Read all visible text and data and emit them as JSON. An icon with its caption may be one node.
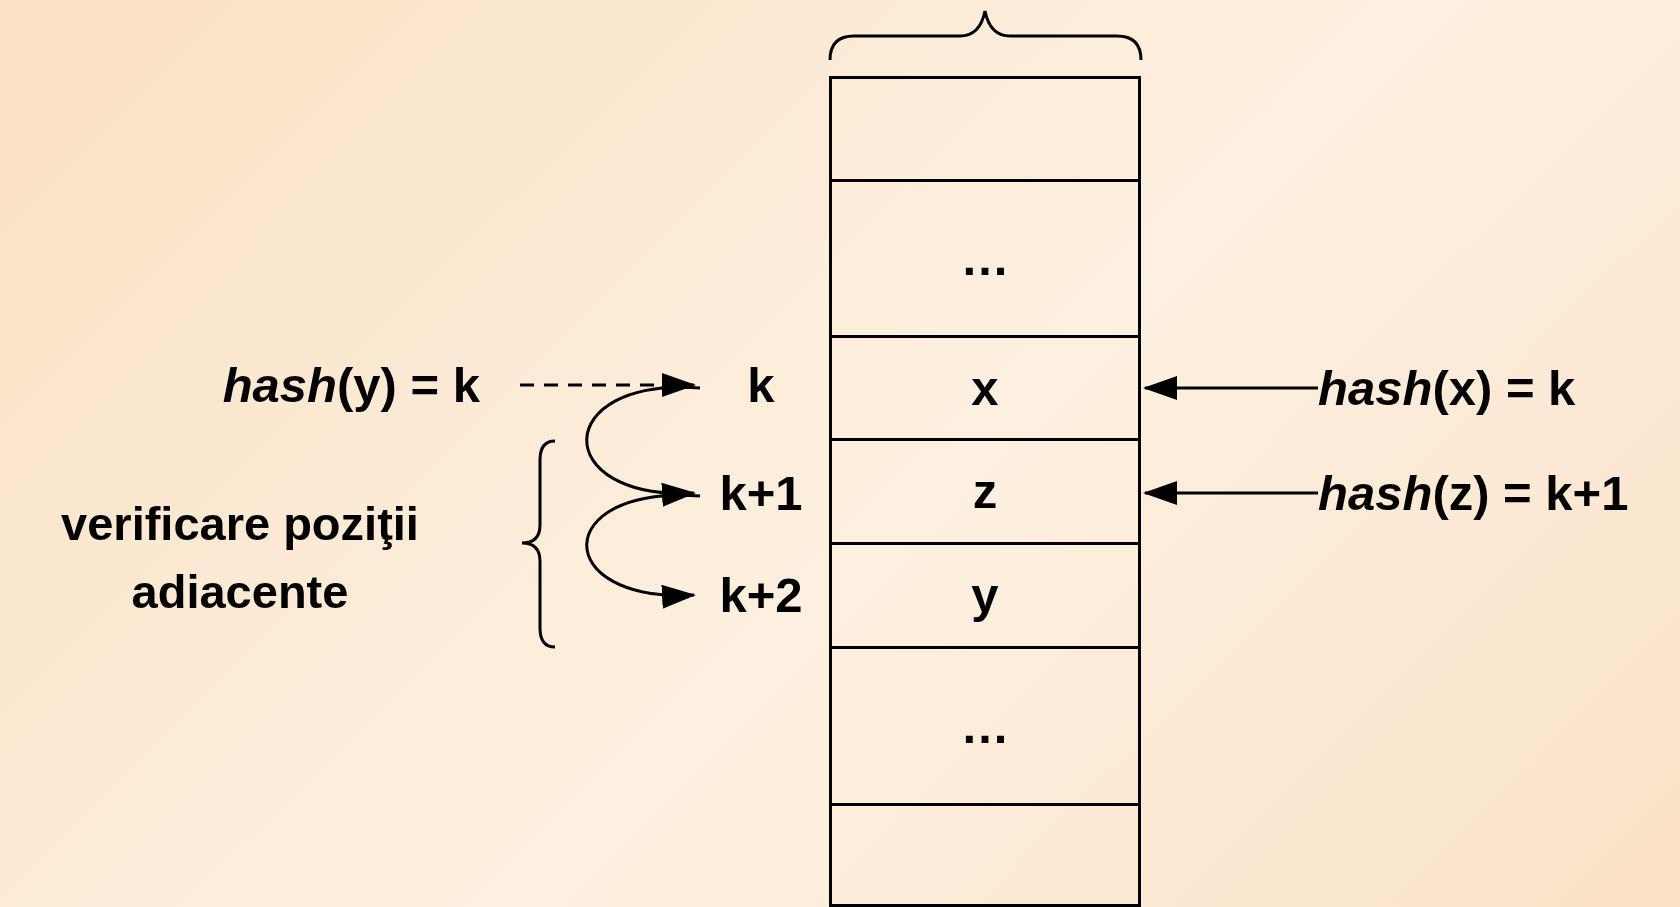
{
  "diagram": {
    "nodes": [
      {
        "text": [],
        "shape": "box"
      },
      {
        "text": [
          "…"
        ]
      },
      {
        "text": [
          "x"
        ]
      },
      {
        "text": [
          "z"
        ]
      },
      {
        "text": [
          "y"
        ]
      },
      {
        "text": [
          "…"
        ]
      },
      {
        "text": [],
        "shape": "box"
      },
      {
        "text": [
          "*hash*(y) = k"
        ]
      },
      {
        "text": [
          "k"
        ]
      },
      {
        "text": [
          "k+1"
        ]
      },
      {
        "text": [
          "k+2"
        ]
      },
      {
        "text": [
          "*hash*(x) = k"
        ]
      },
      {
        "text": [
          "*hash*(z) = k+1"
        ]
      }
    ],
    "edges": [
      {
        "from": 7,
        "to": 8,
        "arrow": "to",
        "style": "dashed"
      },
      {
        "from": 8,
        "to": 9,
        "arrow": "to"
      },
      {
        "from": 9,
        "to": 10,
        "arrow": "to"
      },
      {
        "from": 11,
        "to": 2,
        "arrow": "to"
      },
      {
        "from": 12,
        "to": 3,
        "arrow": "to"
      }
    ],
    "labels": [
      "verificare poziţii adiacente"
    ]
  }
}
